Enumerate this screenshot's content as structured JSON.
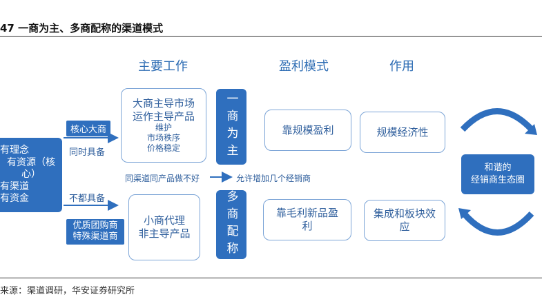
{
  "title": "47  一商为主、多商配称的渠道模式",
  "source": "来源：渠道调研，华安证券研究所",
  "headers": {
    "main_work": "主要工作",
    "profit_mode": "盈利模式",
    "function": "作用"
  },
  "left_box": {
    "lines": [
      "有理念",
      "有资源（核心）",
      "有渠道",
      "有资金"
    ]
  },
  "tags": {
    "core_big": "核心大商",
    "both_have": "同时具备",
    "not_all": "不都具备",
    "quality_lines": [
      "优质团购商",
      "特殊渠道商"
    ]
  },
  "top_work_box": {
    "main_lines": [
      "大商主导市场",
      "运作主导产品"
    ],
    "sub_lines": [
      "维护",
      "市场秩序",
      "价格稳定"
    ]
  },
  "bottom_work_box": {
    "lines": [
      "小商代理",
      "非主导产品"
    ]
  },
  "blue_vertical_top": "一商为主",
  "blue_vertical_bottom": "多商配称",
  "middle_note": {
    "left": "同渠道同产品做不好",
    "right": "允许增加几个经销商"
  },
  "profit_top": "靠规模盈利",
  "profit_bottom": "靠毛利新品盈利",
  "function_top": "规模经济性",
  "function_bottom": "集成和板块效应",
  "right_circle": [
    "和谐的",
    "经销商生态圈"
  ],
  "colors": {
    "accent": "#2f6fbe",
    "border": "#7aa3d6",
    "text_blue": "#2e5e9c"
  }
}
